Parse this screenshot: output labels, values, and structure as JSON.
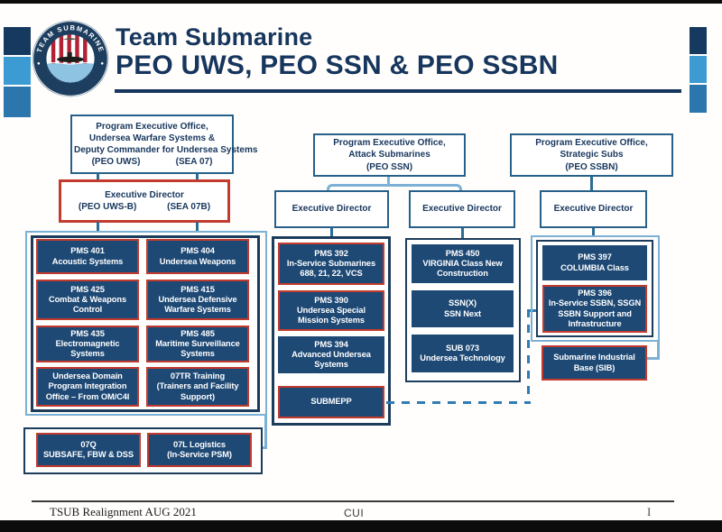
{
  "header": {
    "title": "Team Submarine",
    "subtitle": "PEO UWS, PEO SSN & PEO SSBN",
    "seal_text": "TEAM SUBMARINE"
  },
  "peo_uws": {
    "office": {
      "line1": "Program Executive Office,",
      "line2": "Undersea Warfare Systems &",
      "line3": "Deputy Commander for Undersea Systems",
      "tag_left": "(PEO UWS)",
      "tag_right": "(SEA 07)"
    },
    "director": {
      "title": "Executive Director",
      "tag_left": "(PEO UWS-B)",
      "tag_right": "(SEA 07B)"
    },
    "programs": [
      {
        "code": "PMS 401",
        "name": "Acoustic Systems"
      },
      {
        "code": "PMS 404",
        "name": "Undersea Weapons"
      },
      {
        "code": "PMS 425",
        "name": "Combat & Weapons Control"
      },
      {
        "code": "PMS 415",
        "name": "Undersea Defensive Warfare Systems"
      },
      {
        "code": "PMS 435",
        "name": "Electromagnetic Systems"
      },
      {
        "code": "PMS 485",
        "name": "Maritime Surveillance Systems"
      },
      {
        "code": "",
        "name": "Undersea Domain Program Integration Office – From OM/C4I"
      },
      {
        "code": "07TR Training",
        "name": "(Trainers and Facility Support)"
      }
    ],
    "satellites": [
      {
        "code": "07Q",
        "name": "SUBSAFE, FBW & DSS"
      },
      {
        "code": "07L Logistics",
        "name": "(In-Service PSM)"
      }
    ]
  },
  "peo_ssn": {
    "office": {
      "line1": "Program Executive Office,",
      "line2": "Attack Submarines",
      "line3": "(PEO SSN)"
    },
    "director_left": "Executive Director",
    "director_right": "Executive Director",
    "group_a": [
      {
        "code": "PMS 392",
        "name": "In-Service Submarines",
        "extra": "688, 21, 22, VCS"
      },
      {
        "code": "PMS 390",
        "name": "Undersea Special Mission Systems"
      },
      {
        "code": "PMS 394",
        "name": "Advanced Undersea Systems"
      },
      {
        "code": "SUBMEPP",
        "name": ""
      }
    ],
    "group_b": [
      {
        "code": "PMS 450",
        "name": "VIRGINIA Class New Construction"
      },
      {
        "code": "SSN(X)",
        "name": "SSN Next"
      },
      {
        "code": "SUB 073",
        "name": "Undersea Technology"
      }
    ]
  },
  "peo_ssbn": {
    "office": {
      "line1": "Program Executive Office,",
      "line2": "Strategic Subs",
      "line3": "(PEO SSBN)"
    },
    "director": "Executive Director",
    "programs": [
      {
        "code": "PMS 397",
        "name": "COLUMBIA Class"
      },
      {
        "code": "PMS 396",
        "name": "In-Service SSBN, SSGN SSBN Support and Infrastructure"
      }
    ],
    "satellite": {
      "name": "Submarine Industrial Base (SIB)"
    }
  },
  "footer": {
    "left": "TSUB Realignment AUG 2021",
    "center": "CUI",
    "right": "I"
  }
}
